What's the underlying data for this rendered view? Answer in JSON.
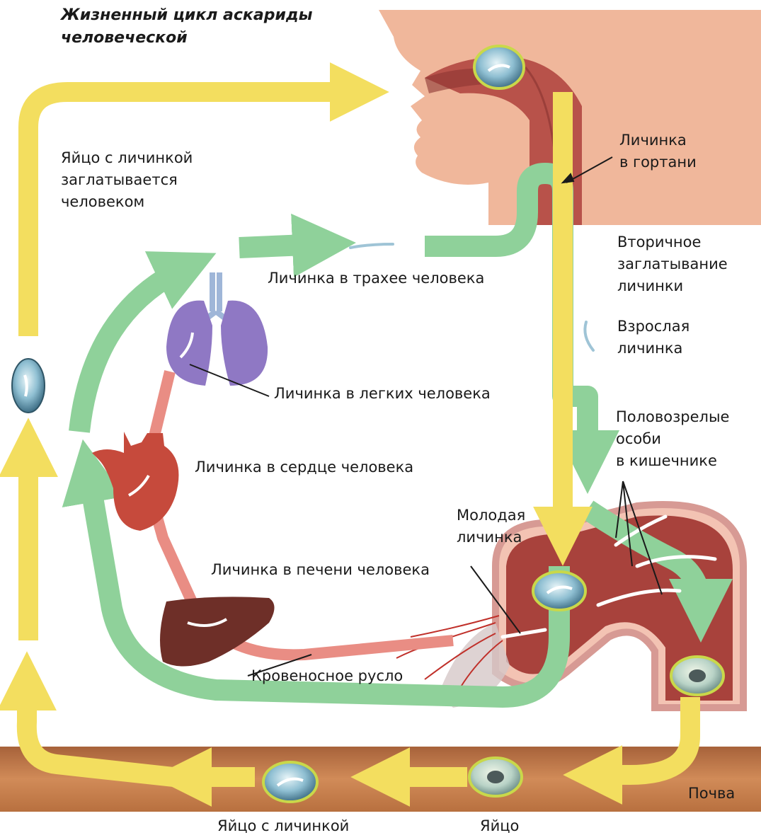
{
  "title": "Жизненный цикл аскариды\nчеловеческой",
  "labels": {
    "egg_swallowed": "Яйцо с личинкой\nзаглатывается\nчеловеком",
    "larva_larynx": "Личинка\nв гортани",
    "larva_trachea": "Личинка в трахее человека",
    "secondary_swallow": "Вторичное\nзаглатывание\nличинки",
    "adult_larva": "Взрослая\nличинка",
    "larva_lungs": "Личинка в легких человека",
    "mature_intestine": "Половозрелые\nособи\nв кишечнике",
    "larva_heart": "Личинка в сердце человека",
    "young_larva": "Молодая\nличинка",
    "larva_liver": "Личинка в печени человека",
    "bloodstream": "Кровеносное русло",
    "soil": "Почва",
    "egg_with_larva": "Яйцо с личинкой",
    "egg": "Яйцо"
  },
  "colors": {
    "yellow_arrow": "#f3de5f",
    "green_arrow": "#8fd19a",
    "flesh": "#f0b79b",
    "organ_red": "#c64a3c",
    "lung_purple": "#8f78c4",
    "liver_brown": "#6e2f28",
    "soil": "#c98250",
    "egg_blue": "#5f96ad"
  }
}
